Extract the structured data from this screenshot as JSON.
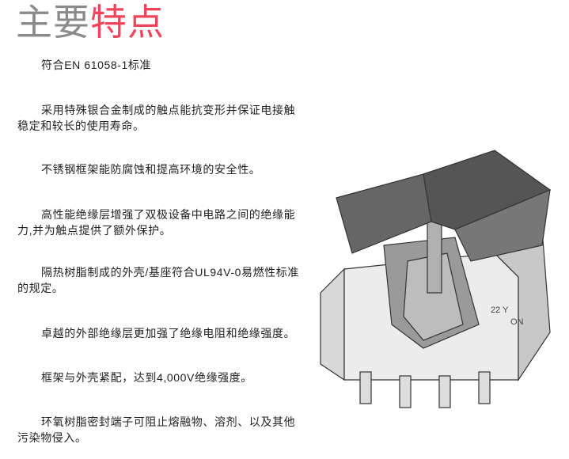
{
  "title": {
    "part1": "主要",
    "part2": "特点"
  },
  "features": [
    "符合EN 61058-1标准",
    "采用特殊银合金制成的触点能抗变形并保证电接触稳定和较长的使用寿命。",
    "不锈钢框架能防腐蚀和提高环境的安全性。",
    "高性能绝缘层增强了双极设备中电路之间的绝缘能力,并为触点提供了额外保护。",
    "隔热树脂制成的外壳/基座符合UL94V-0易燃性标准的规定。",
    "卓越的外部绝缘层更加强了绝缘电阻和绝缘强度。",
    "框架与外壳紧配，达到4,000V绝缘强度。",
    "环氧树脂密封端子可阻止熔融物、溶剂、以及其他污染物侵入。"
  ],
  "image": {
    "marking1": "22 Y",
    "marking2": "ON"
  }
}
